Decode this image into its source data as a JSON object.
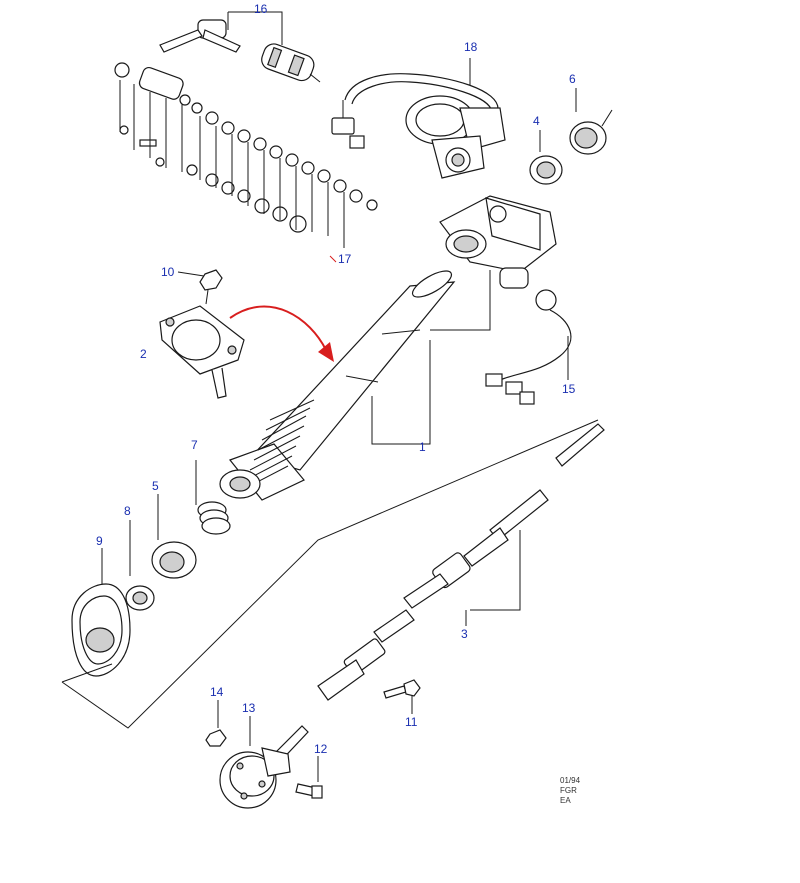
{
  "callouts": {
    "c1": "1",
    "c2": "2",
    "c3": "3",
    "c4": "4",
    "c5": "5",
    "c6": "6",
    "c7": "7",
    "c8": "8",
    "c9": "9",
    "c10": "10",
    "c11": "11",
    "c12": "12",
    "c13": "13",
    "c14": "14",
    "c15": "15",
    "c16": "16",
    "c17": "17",
    "c18": "18"
  },
  "reference": {
    "line1": "01/94",
    "line2": "FGR",
    "line3": "EA"
  },
  "colors": {
    "callout": "#1a2fb0",
    "arrow": "#d81e1e",
    "ink": "#1a1a1a"
  }
}
